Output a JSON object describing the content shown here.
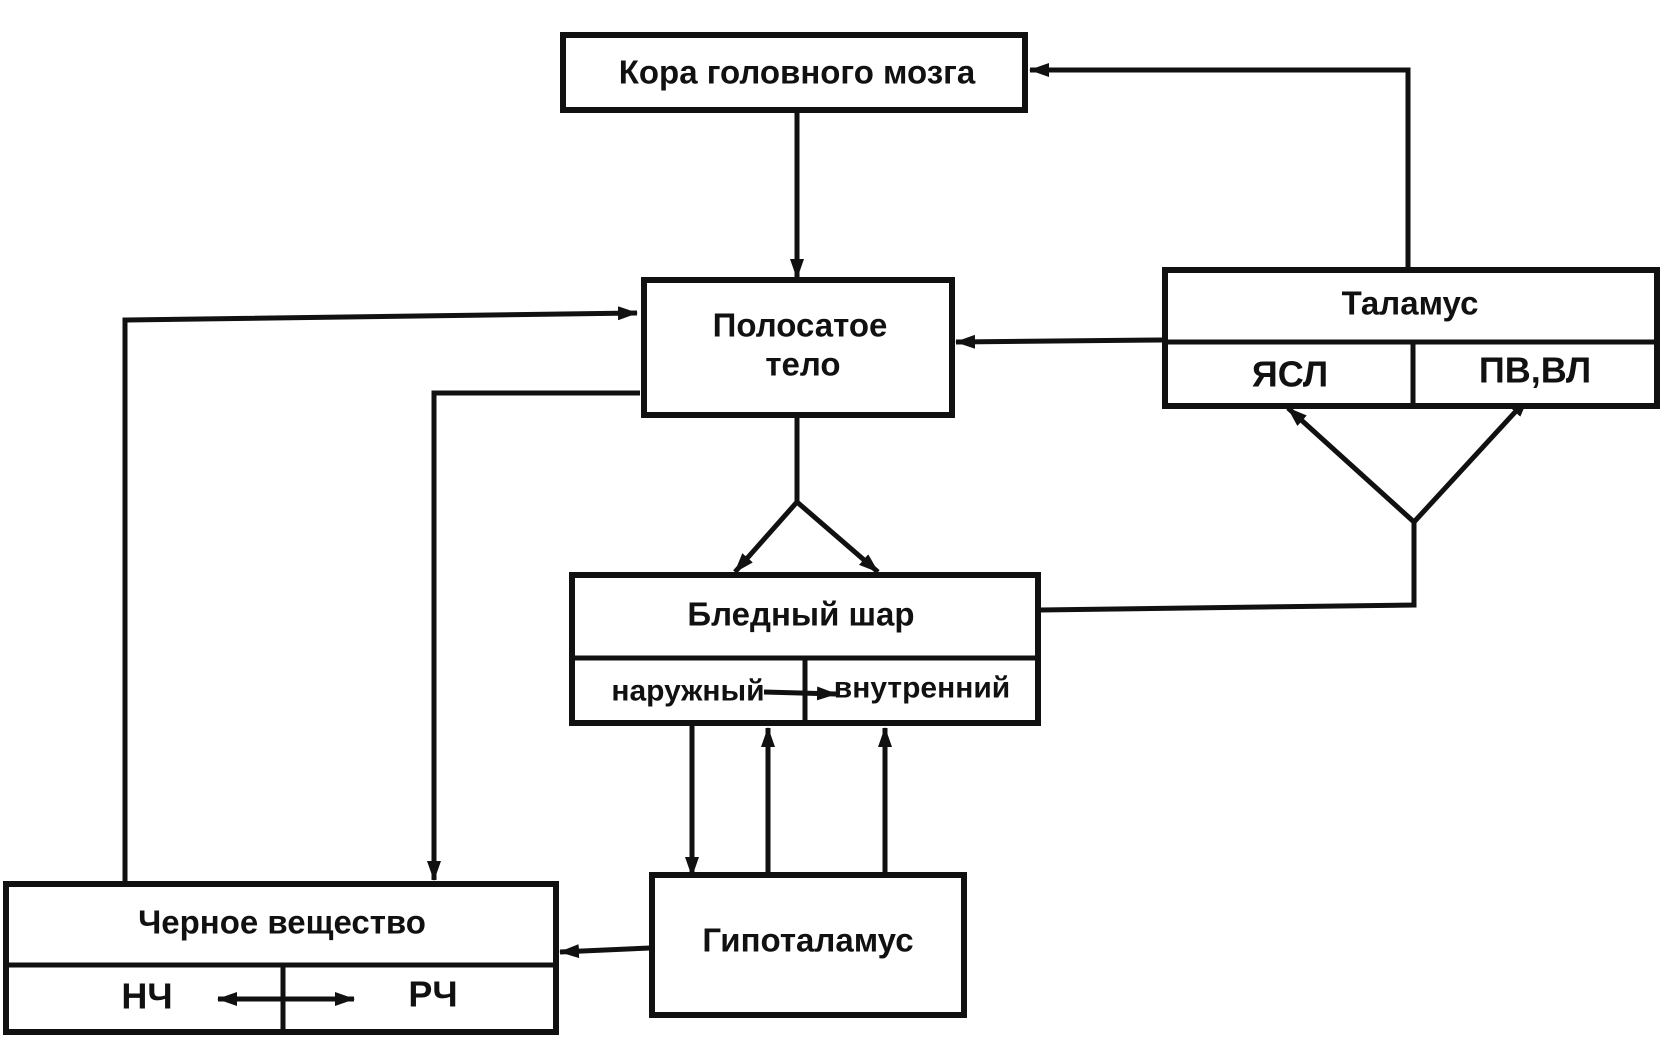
{
  "nodes": {
    "cortex": {
      "label": "Кора головного мозга"
    },
    "striatum": {
      "line1": "Полосатое",
      "line2": "тело"
    },
    "thalamus": {
      "label": "Таламус",
      "left": "ЯСЛ",
      "right": "ПВ,ВЛ"
    },
    "pallidum": {
      "label": "Бледный шар",
      "left": "наружный",
      "right": "внутренний"
    },
    "nigra": {
      "label": "Черное вещество",
      "left": "НЧ",
      "right": "РЧ"
    },
    "hypothalamus": {
      "label": "Гипоталамус"
    }
  }
}
